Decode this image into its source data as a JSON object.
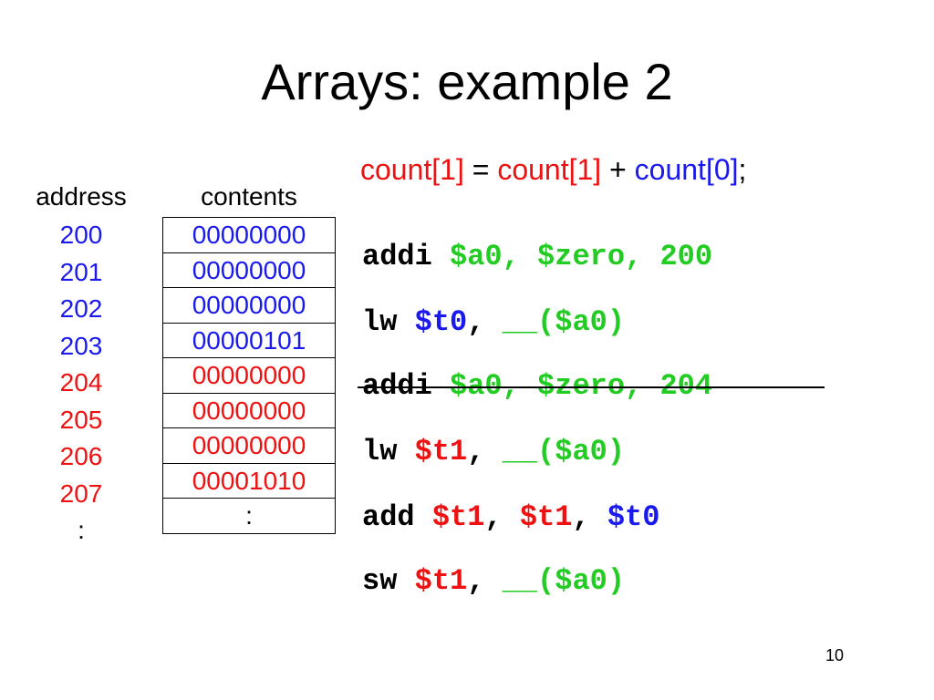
{
  "slide": {
    "title": "Arrays: example 2",
    "page_number": "10"
  },
  "memory": {
    "address_header": "address",
    "contents_header": "contents",
    "rows": [
      {
        "address": "200",
        "contents": "00000000"
      },
      {
        "address": "201",
        "contents": "00000000"
      },
      {
        "address": "202",
        "contents": "00000000"
      },
      {
        "address": "203",
        "contents": "00000101"
      },
      {
        "address": "204",
        "contents": "00000000"
      },
      {
        "address": "205",
        "contents": "00000000"
      },
      {
        "address": "206",
        "contents": "00000000"
      },
      {
        "address": "207",
        "contents": "00001010"
      },
      {
        "address": ":",
        "contents": ":"
      }
    ],
    "colors": {
      "count0_addresses": "#1a1aee",
      "count1_addresses": "#ee1111",
      "contents": "#1a1aee"
    }
  },
  "statement": {
    "lhs": "count[1]",
    "equals": " = ",
    "rhs_a": "count[1]",
    "plus": " + ",
    "rhs_b": "count[0]",
    "semicolon": ";"
  },
  "code": {
    "line1": {
      "op": "addi ",
      "args": "$a0, $zero, 200"
    },
    "line2": {
      "op": "lw ",
      "reg": "$t0",
      "sep": ", ",
      "mem": "__($a0)"
    },
    "line3": {
      "op": "addi ",
      "args": "$a0, $zero, 204",
      "struck": true
    },
    "line4": {
      "op": "lw ",
      "reg": "$t1",
      "sep": ", ",
      "mem": "__($a0)"
    },
    "line5": {
      "op": "add ",
      "r1": "$t1",
      "s1": ", ",
      "r2": "$t1",
      "s2": ", ",
      "r3": "$t0"
    },
    "line6": {
      "op": "sw ",
      "reg": "$t1",
      "sep": ", ",
      "mem": "__($a0)"
    }
  },
  "colors": {
    "red": "#ee1111",
    "blue": "#1a1aee",
    "green": "#22cc22",
    "text": "#000000"
  }
}
